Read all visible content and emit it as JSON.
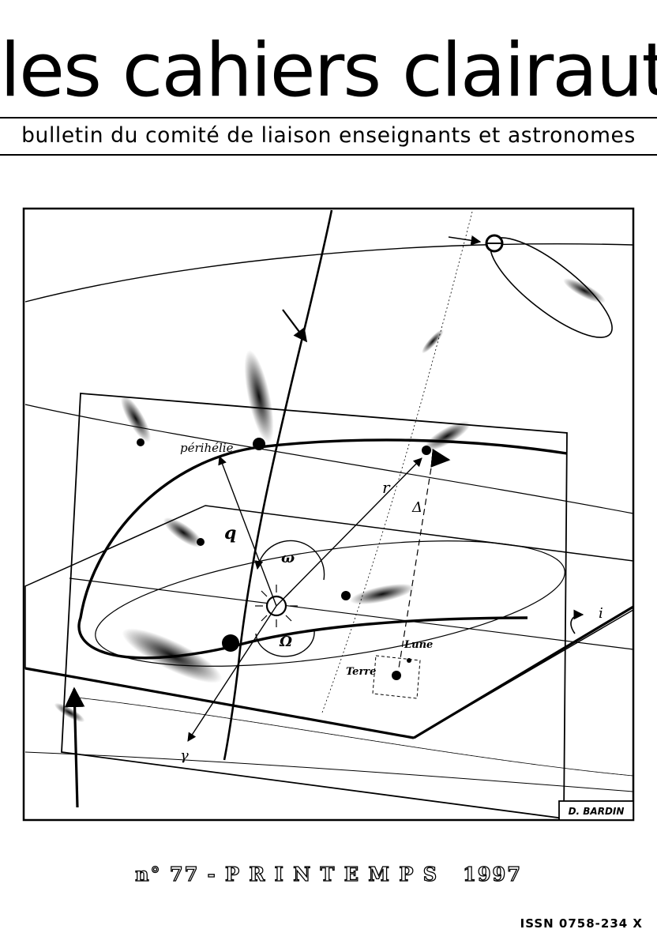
{
  "masthead": {
    "title": "les cahiers clairaut",
    "subtitle": "bulletin du comité de liaison enseignants et astronomes"
  },
  "cover_art": {
    "labels": {
      "perihelion": "périhélie",
      "q": "q",
      "r": "r",
      "delta": "Δ",
      "omega_small": "ω",
      "omega_capital": "Ω",
      "inclination": "i",
      "gamma": "γ",
      "earth": "Terre",
      "moon": "Lune"
    },
    "signature": "D. BARDIN"
  },
  "issue": {
    "line": "n° 77 - P R I N T E M P S   1997"
  },
  "issn": "ISSN 0758-234 X"
}
